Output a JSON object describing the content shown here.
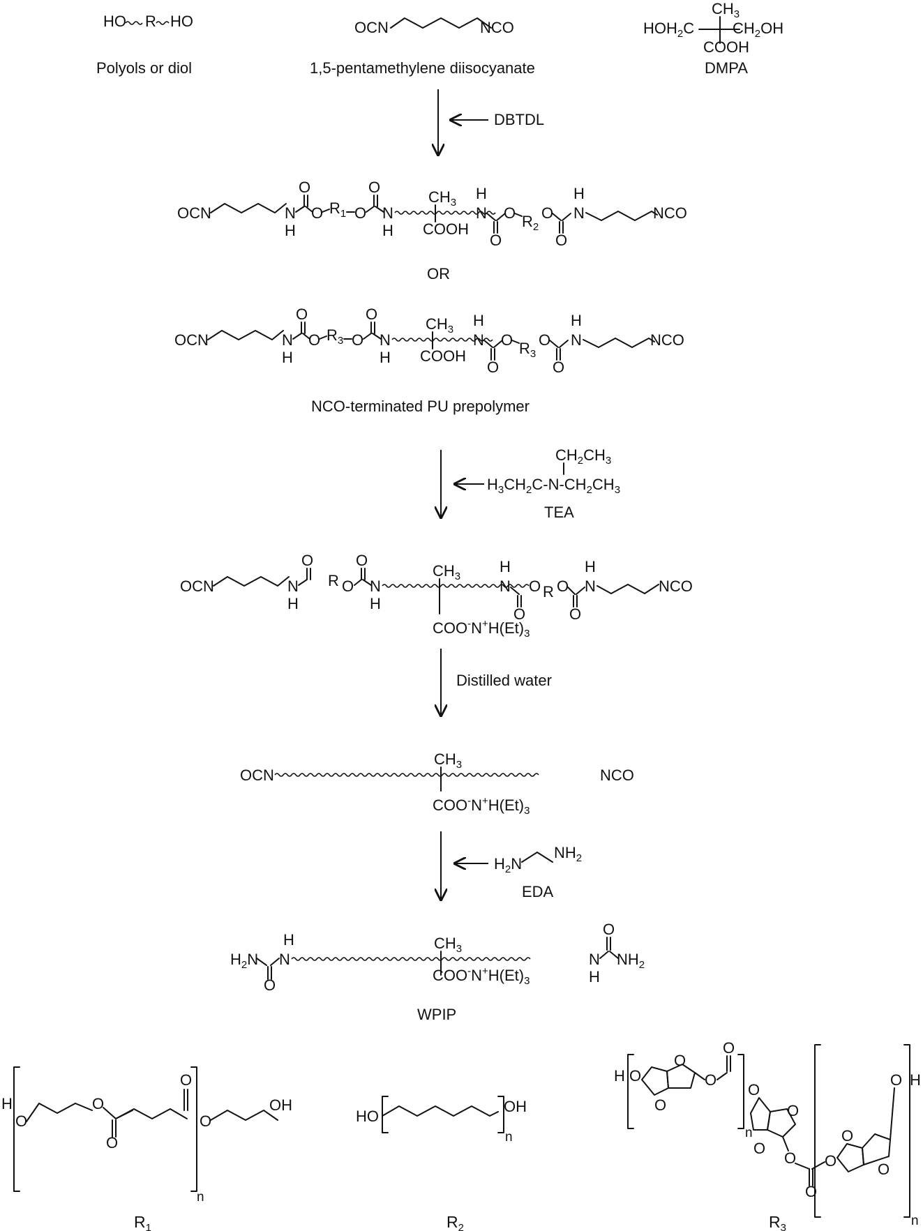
{
  "reactants": {
    "diol": {
      "formula_left": "HO",
      "formula_r": "R",
      "formula_right": "HO",
      "caption": "Polyols or diol"
    },
    "pdi": {
      "left": "OCN",
      "right": "NCO",
      "caption": "1,5-pentamethylene diisocyanate"
    },
    "dmpa": {
      "ch3": "CH3",
      "left": "HOH2C",
      "right": "CH2OH",
      "cooh": "COOH",
      "caption": "DMPA"
    }
  },
  "steps": {
    "catalyst": "DBTDL",
    "or_text": "OR",
    "prepolymer_caption": "NCO-terminated PU prepolymer",
    "tea": {
      "top": "CH2CH3",
      "mid": "H3CH2C-N-CH2CH3",
      "caption": "TEA"
    },
    "water": "Distilled water",
    "eda": {
      "formula": "H2N—NH2",
      "caption": "EDA"
    },
    "product_caption": "WPIP"
  },
  "labels": {
    "ocn": "OCN",
    "nco": "NCO",
    "nh": "N",
    "h": "H",
    "o": "O",
    "ch3": "CH3",
    "cooh": "COOH",
    "coo_salt": "COO-N+H(Et)3",
    "r1": "R1",
    "r2": "R2",
    "r3": "R3",
    "r": "R",
    "h2n": "H2N",
    "nh2": "NH2",
    "n": "n",
    "ho": "HO",
    "oh": "OH"
  },
  "segments": {
    "r1": "R1",
    "r2": "R2",
    "r3": "R3"
  }
}
